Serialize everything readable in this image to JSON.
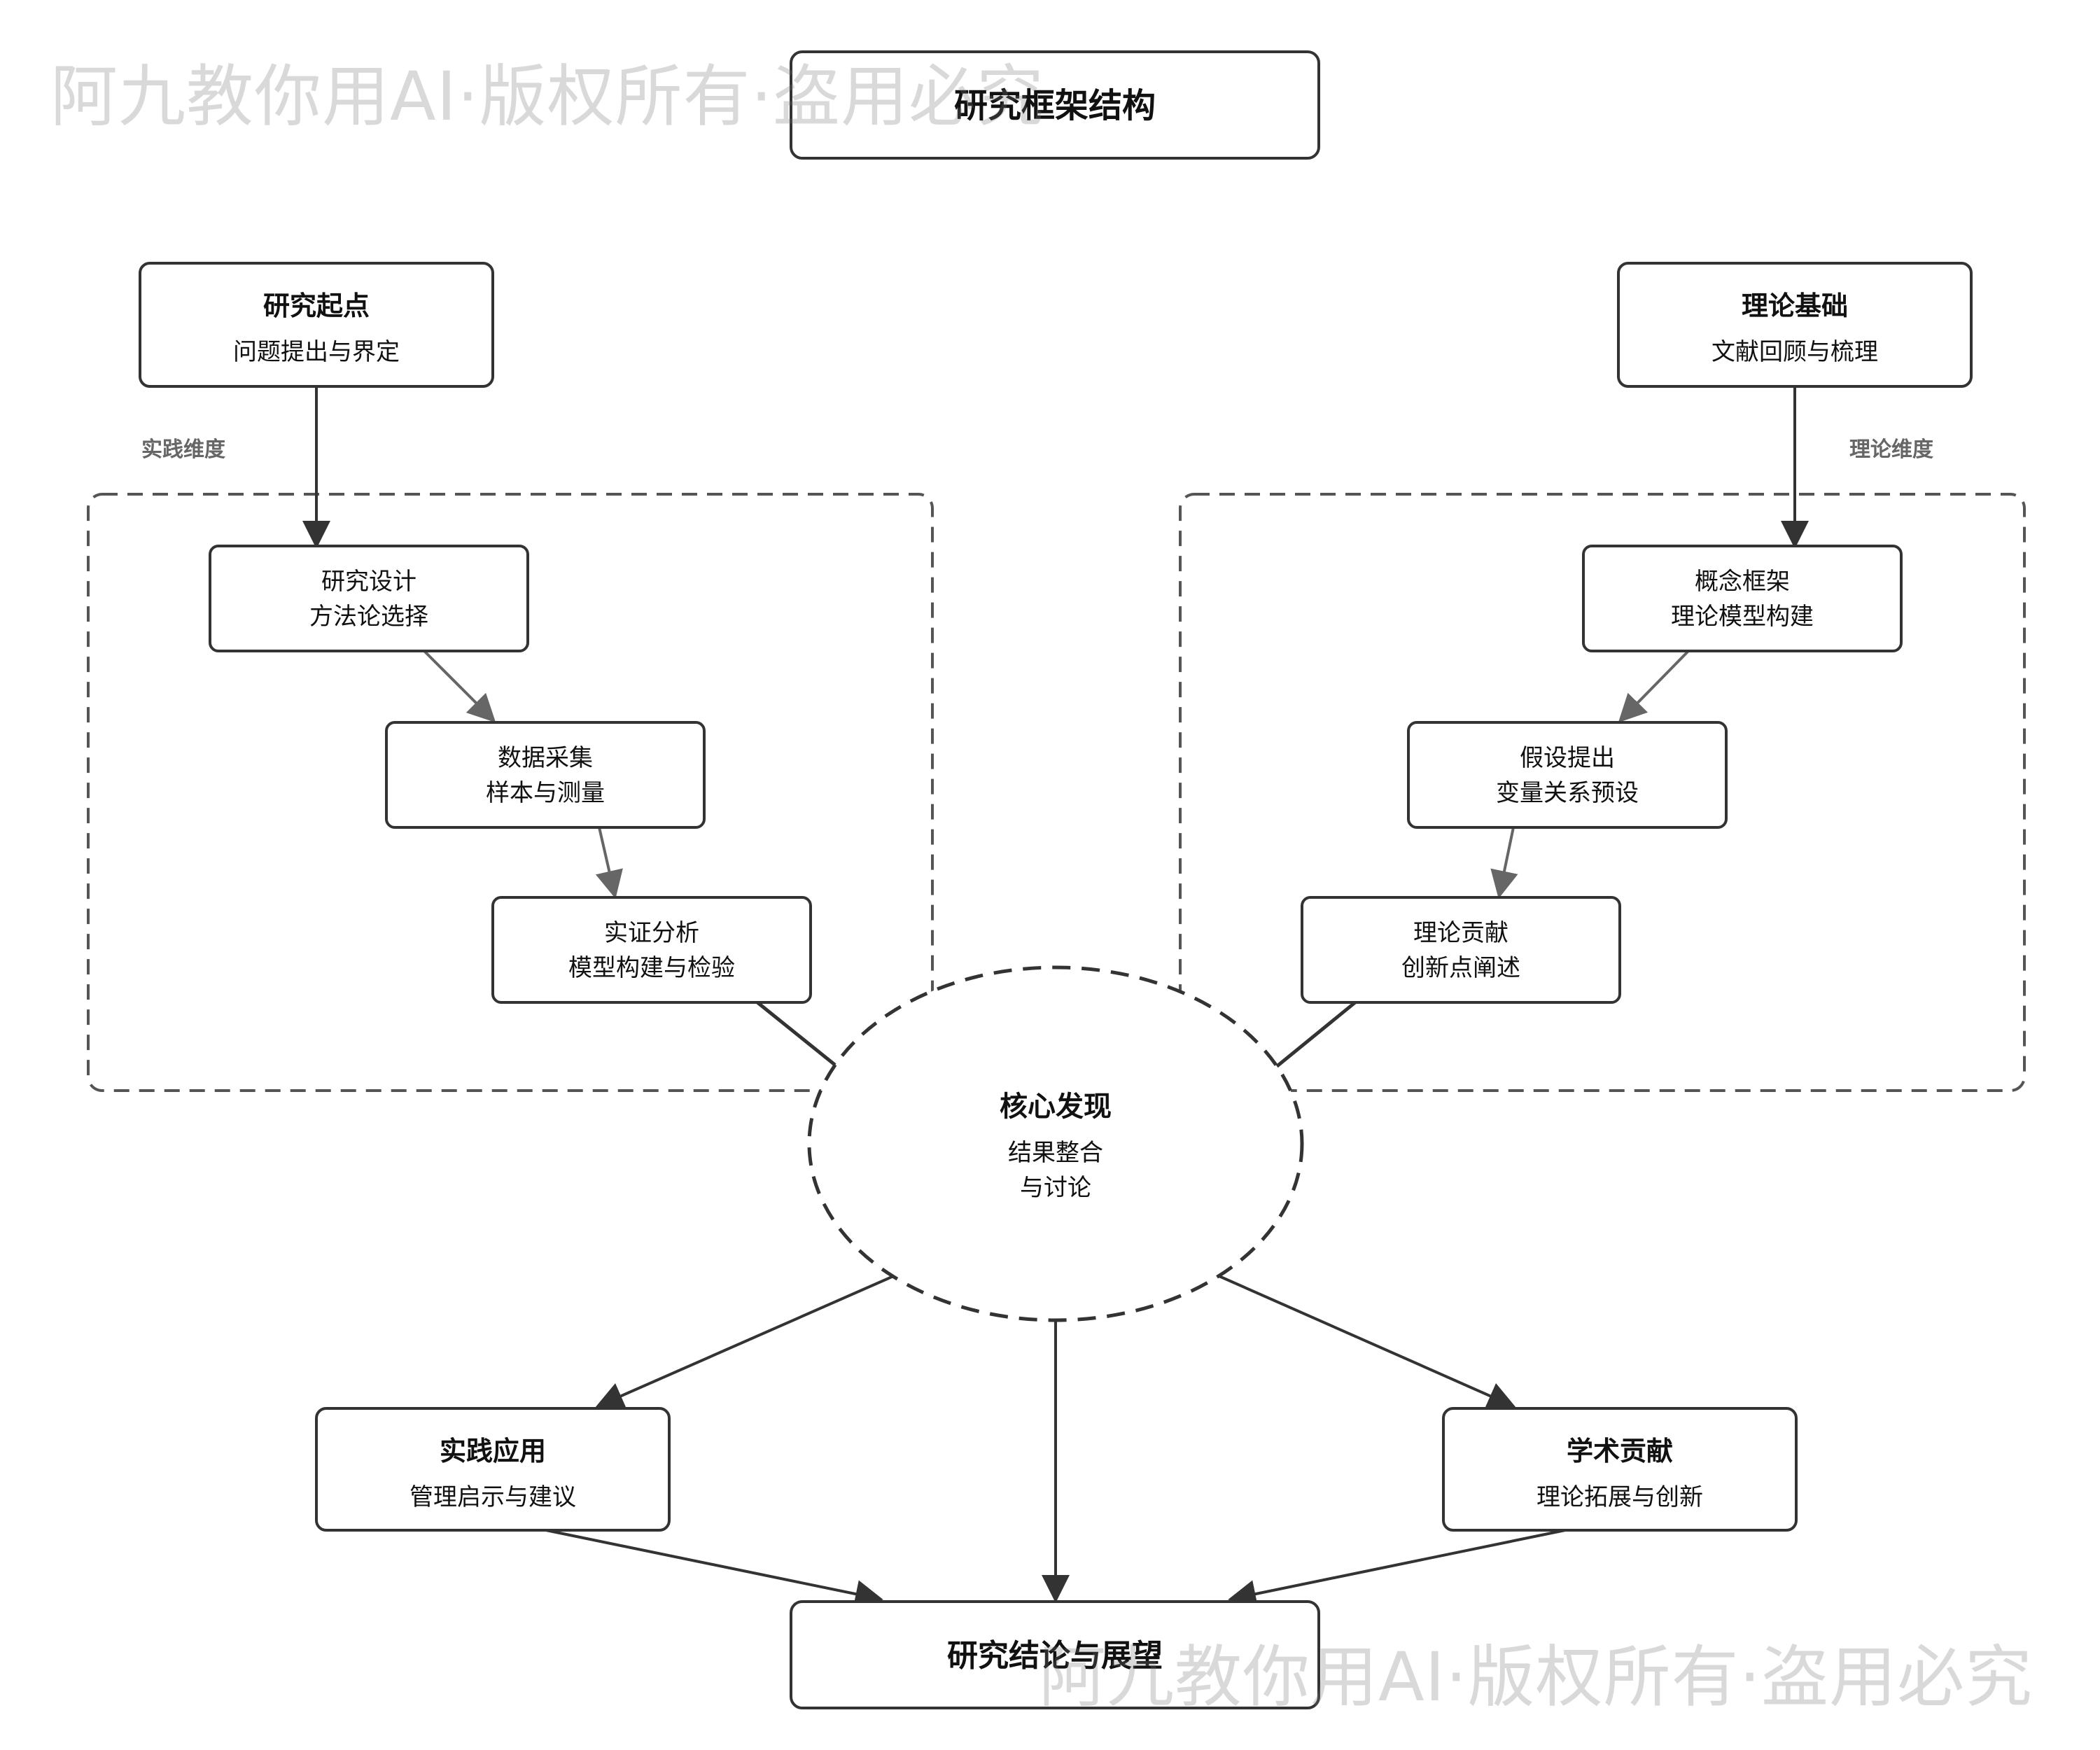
{
  "title": "研究框架结构",
  "groups": {
    "practice": "实践维度",
    "theory": "理论维度"
  },
  "nodes": {
    "start": {
      "title": "研究起点",
      "subtitle": "问题提出与界定"
    },
    "theory_base": {
      "title": "理论基础",
      "subtitle": "文献回顾与梳理"
    },
    "design": {
      "line1": "研究设计",
      "line2": "方法论选择"
    },
    "collect": {
      "line1": "数据采集",
      "line2": "样本与测量"
    },
    "analysis": {
      "line1": "实证分析",
      "line2": "模型构建与检验"
    },
    "concept": {
      "line1": "概念框架",
      "line2": "理论模型构建"
    },
    "hypo": {
      "line1": "假设提出",
      "line2": "变量关系预设"
    },
    "contrib": {
      "line1": "理论贡献",
      "line2": "创新点阐述"
    },
    "core": {
      "title": "核心发现",
      "line1": "结果整合",
      "line2": "与讨论"
    },
    "practice_app": {
      "title": "实践应用",
      "subtitle": "管理启示与建议"
    },
    "academic": {
      "title": "学术贡献",
      "subtitle": "理论拓展与创新"
    },
    "conclusion": {
      "title": "研究结论与展望"
    }
  },
  "watermark": "阿九教你用AI·版权所有·盗用必究",
  "colors": {
    "stroke": "#333333",
    "dashed": "#555555",
    "arrow_light": "#666666",
    "group_label": "#666666",
    "text": "#111111"
  }
}
